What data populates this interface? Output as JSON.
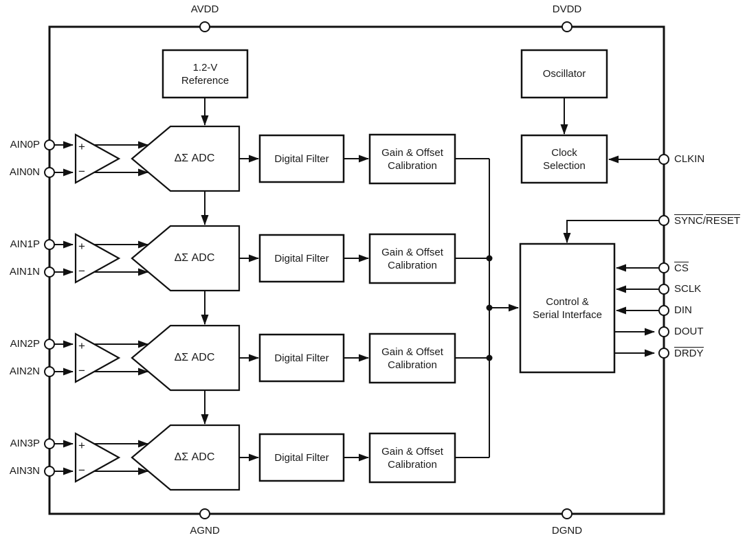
{
  "diagram": {
    "pins": {
      "top": [
        "AVDD",
        "DVDD"
      ],
      "bottom": [
        "AGND",
        "DGND"
      ],
      "left": [
        "AIN0P",
        "AIN0N",
        "AIN1P",
        "AIN1N",
        "AIN2P",
        "AIN2N",
        "AIN3P",
        "AIN3N"
      ],
      "right": [
        {
          "name": "CLKIN",
          "direction": "input",
          "segments": [
            {
              "text": "CLKIN",
              "bar": false
            }
          ]
        },
        {
          "name": "SYNC / RESET",
          "direction": "input",
          "segments": [
            {
              "text": "SYNC",
              "bar": true
            },
            {
              "text": " / ",
              "bar": false
            },
            {
              "text": "RESET",
              "bar": true
            }
          ]
        },
        {
          "name": "CS",
          "direction": "input",
          "segments": [
            {
              "text": "CS",
              "bar": true
            }
          ]
        },
        {
          "name": "SCLK",
          "direction": "input",
          "segments": [
            {
              "text": "SCLK",
              "bar": false
            }
          ]
        },
        {
          "name": "DIN",
          "direction": "input",
          "segments": [
            {
              "text": "DIN",
              "bar": false
            }
          ]
        },
        {
          "name": "DOUT",
          "direction": "output",
          "segments": [
            {
              "text": "DOUT",
              "bar": false
            }
          ]
        },
        {
          "name": "DRDY",
          "direction": "output",
          "segments": [
            {
              "text": "DRDY",
              "bar": true
            }
          ]
        }
      ]
    },
    "blocks": {
      "reference": {
        "line1": "1.2-V",
        "line2": "Reference"
      },
      "oscillator": {
        "line1": "Oscillator"
      },
      "clock_selection": {
        "line1": "Clock",
        "line2": "Selection"
      },
      "control_serial_interface": {
        "line1": "Control &",
        "line2": "Serial Interface"
      },
      "adc": {
        "label": "ΔΣ ADC"
      },
      "digital_filter": {
        "label": "Digital Filter"
      },
      "calibration": {
        "line1": "Gain & Offset",
        "line2": "Calibration"
      },
      "amplifier": {
        "plus": "+",
        "minus": "−"
      }
    },
    "channel_count": 4,
    "colors": {
      "line": "#111111",
      "background": "#ffffff",
      "text": "#1a1a1a"
    }
  }
}
